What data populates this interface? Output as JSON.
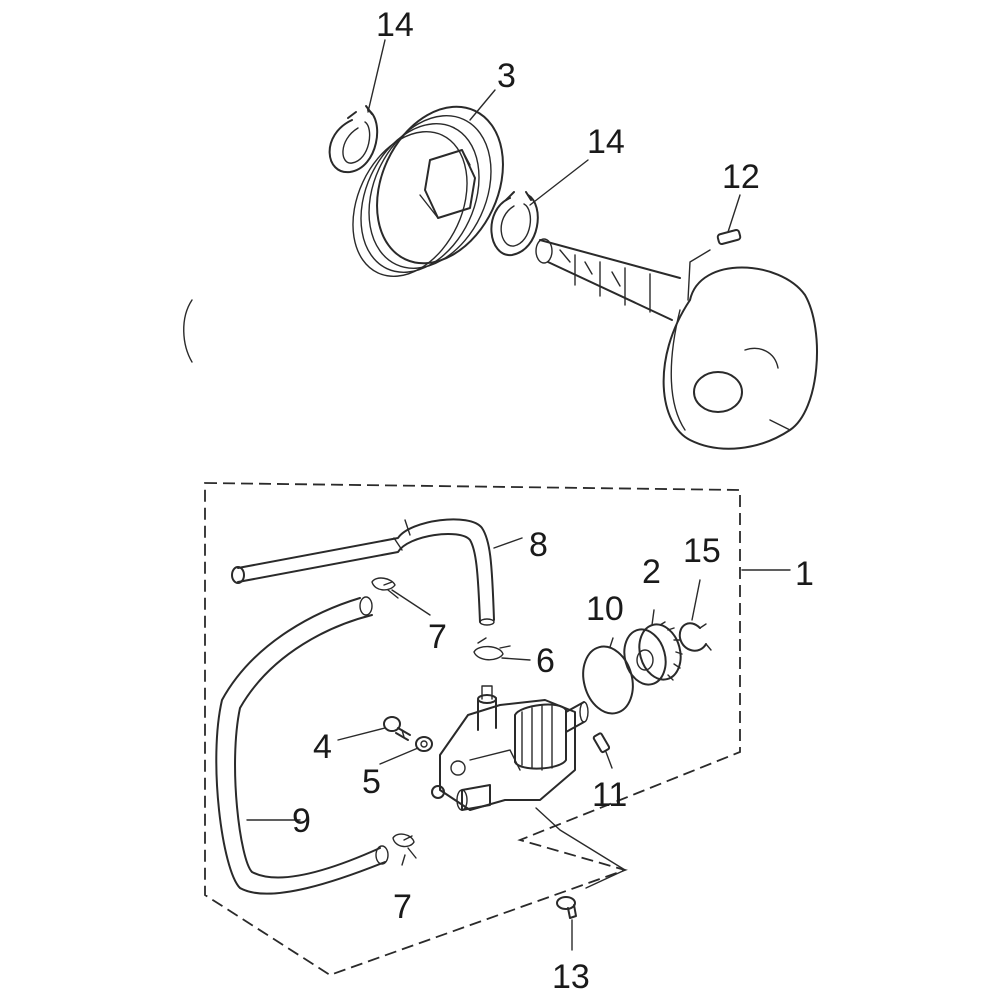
{
  "labels": {
    "l1": "1",
    "l2": "2",
    "l3": "3",
    "l4": "4",
    "l5": "5",
    "l6": "6",
    "l7a": "7",
    "l7b": "7",
    "l8": "8",
    "l9": "9",
    "l10": "10",
    "l11": "11",
    "l12": "12",
    "l13": "13",
    "l14a": "14",
    "l14b": "14",
    "l15": "15"
  }
}
